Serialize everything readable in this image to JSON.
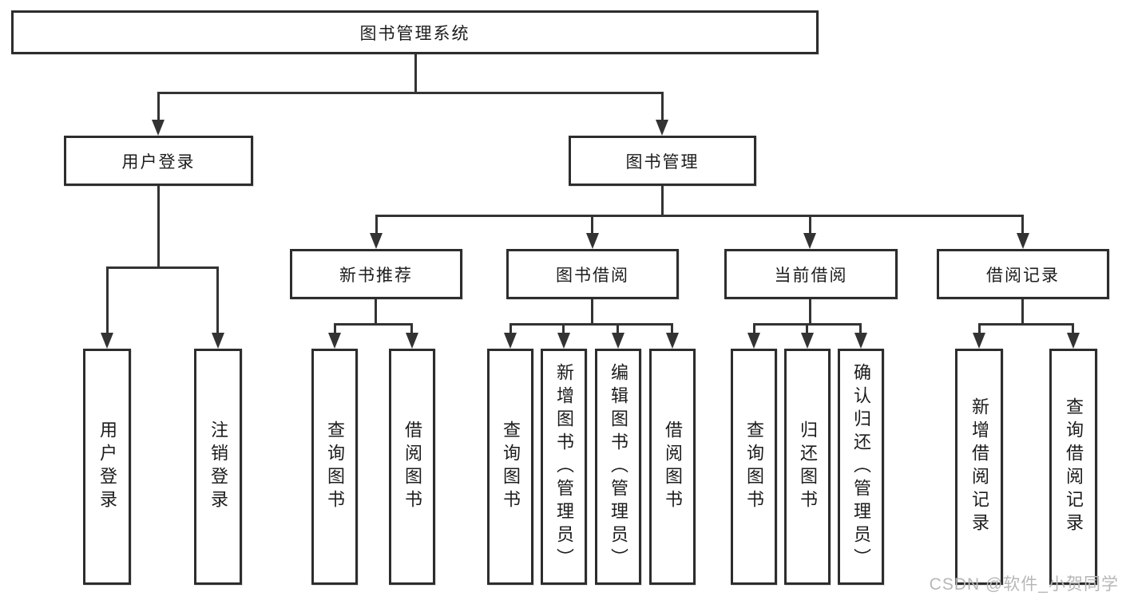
{
  "tree": {
    "root": {
      "label": "图书管理系统"
    },
    "branches": [
      {
        "label": "用户登录",
        "children": [
          {
            "label": "用户登录"
          },
          {
            "label": "注销登录"
          }
        ]
      },
      {
        "label": "图书管理",
        "children": [
          {
            "label": "新书推荐",
            "children": [
              {
                "label": "查询图书"
              },
              {
                "label": "借阅图书"
              }
            ]
          },
          {
            "label": "图书借阅",
            "children": [
              {
                "label": "查询图书"
              },
              {
                "label": "新增图书（管理员）"
              },
              {
                "label": "编辑图书（管理员）"
              },
              {
                "label": "借阅图书"
              }
            ]
          },
          {
            "label": "当前借阅",
            "children": [
              {
                "label": "查询图书"
              },
              {
                "label": "归还图书"
              },
              {
                "label": "确认归还（管理员）"
              }
            ]
          },
          {
            "label": "借阅记录",
            "children": [
              {
                "label": "新增借阅记录"
              },
              {
                "label": "查询借阅记录"
              }
            ]
          }
        ]
      }
    ]
  },
  "watermark": "CSDN @软件_小贺同学",
  "colors": {
    "line": "#333333",
    "box_border": "#2d2d2d",
    "text": "#1c1c1c",
    "watermark": "#b7b7b7",
    "background": "#ffffff"
  }
}
